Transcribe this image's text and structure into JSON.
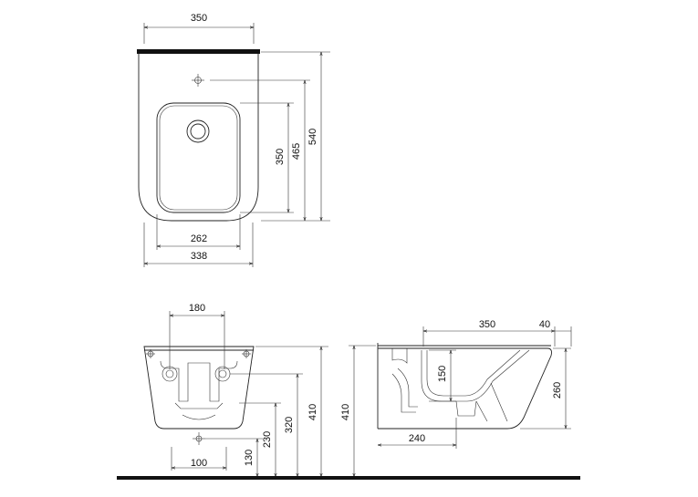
{
  "top_view": {
    "width_top": "350",
    "height_total": "540",
    "height_bowl_rim": "465",
    "bowl_length": "350",
    "bowl_width": "262",
    "width_body": "338"
  },
  "front_view": {
    "fixing_spacing": "180",
    "height_top": "410",
    "fixing_height": "320",
    "inlet_height": "230",
    "outlet_height": "130",
    "outlet_spacing": "100"
  },
  "side_view": {
    "length": "350",
    "overhang": "40",
    "bowl_depth": "150",
    "height": "260",
    "height_top": "410",
    "fixing_depth": "240"
  }
}
